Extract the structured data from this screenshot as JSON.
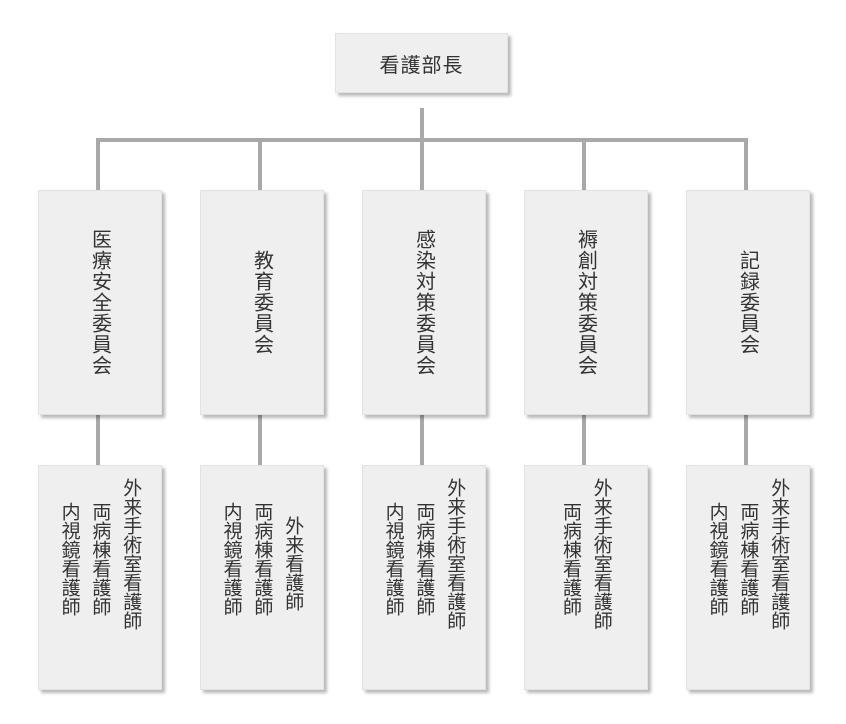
{
  "head": {
    "title": "看護部長"
  },
  "committees": [
    {
      "name": "医療安全委員会",
      "staff": [
        "外来手術室看護師",
        "両病棟看護師",
        "内視鏡看護師"
      ]
    },
    {
      "name": "教育委員会",
      "staff": [
        "外来看護師",
        "両病棟看護師",
        "内視鏡看護師"
      ]
    },
    {
      "name": "感染対策委員会",
      "staff": [
        "外来手術室看護師",
        "両病棟看護師",
        "内視鏡看護師"
      ]
    },
    {
      "name": "褥創対策委員会",
      "staff": [
        "外来手術室看護師",
        "両病棟看護師"
      ]
    },
    {
      "name": "記録委員会",
      "staff": [
        "外来手術室看護師",
        "両病棟看護師",
        "内視鏡看護師"
      ]
    }
  ]
}
